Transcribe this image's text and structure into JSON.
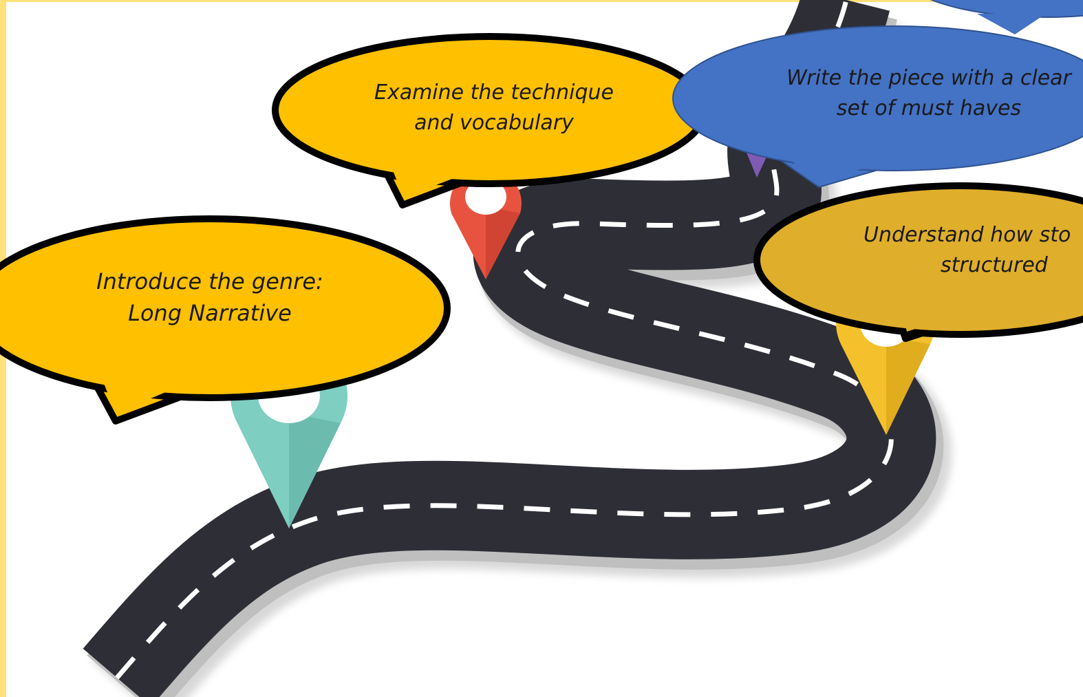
{
  "bubbles": {
    "introduce": {
      "line1": "Introduce the genre:",
      "line2": "Long Narrative"
    },
    "examine": {
      "line1": "Examine the technique",
      "line2": "and vocabulary"
    },
    "understand": {
      "line1": "Understand how sto",
      "line2": "structured"
    },
    "write": {
      "line1": "Write the piece with a clear",
      "line2": "set of must haves"
    }
  },
  "colors": {
    "bubble_yellow": "#ffc000",
    "bubble_gold": "#dfae2a",
    "bubble_blue": "#4472c4",
    "road": "#2e2e36",
    "road_edge": "#cfcfcf",
    "pin_teal": "#7ecec1",
    "pin_red": "#e8533f",
    "pin_yellow": "#f4c02c",
    "pin_purple": "#7e5bb5",
    "border": "#ffe07a"
  },
  "icons": [
    "map-pin-icon-teal",
    "map-pin-icon-red",
    "map-pin-icon-yellow",
    "map-pin-icon-purple"
  ]
}
